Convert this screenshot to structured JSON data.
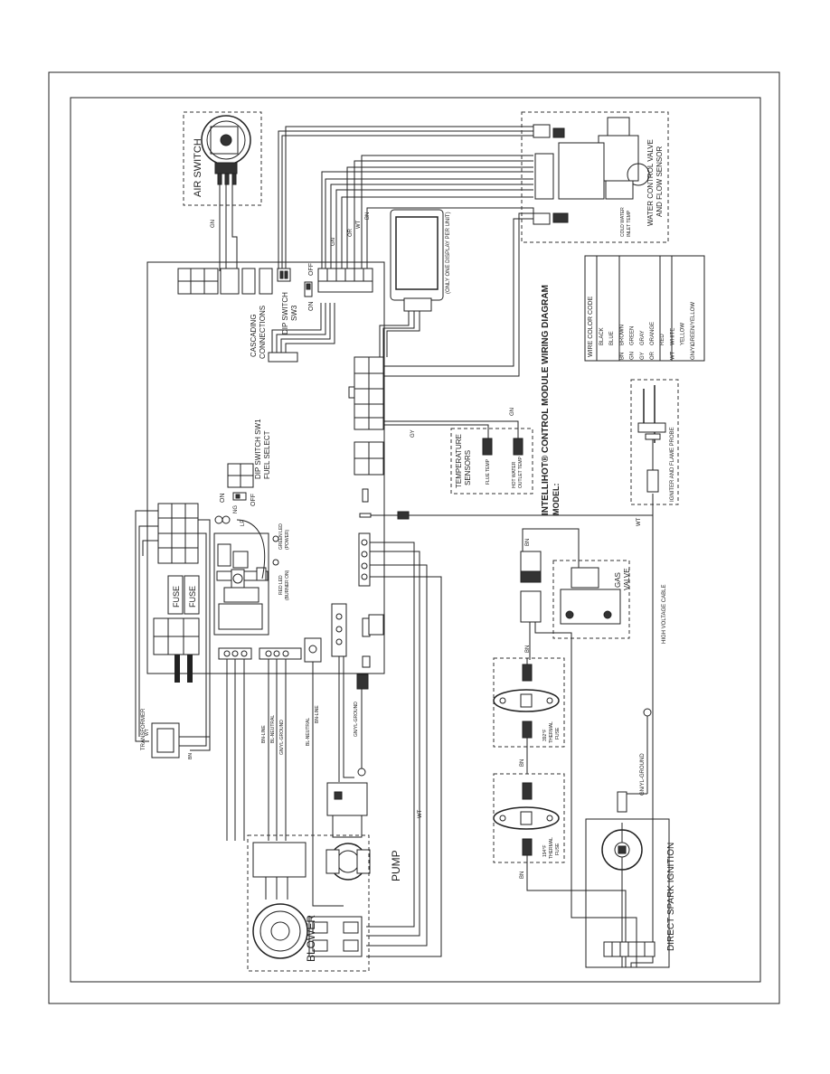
{
  "diagram": {
    "title_line1": "INTELLIHOT® CONTROL MODULE WIRING DIAGRAM",
    "title_line2": "MODEL:",
    "components": {
      "air_switch": "AIR SWITCH",
      "water_valve_line1": "WATER CONTROL VALVE",
      "water_valve_line2": "AND FLOW SENSOR",
      "cold_water_line1": "COLD WATER",
      "cold_water_line2": "INLET TEMP",
      "display_note": "(ONLY ONE DISPLAY PER UNIT)",
      "dip_sw3_line1": "DIP SWITCH",
      "dip_sw3_line2": "SW3",
      "on": "ON",
      "off": "OFF",
      "cascading_line1": "CASCADING",
      "cascading_line2": "CONNECTIONS",
      "dip_sw1": "DIP SWITCH SW1",
      "fuel_select": "FUEL SELECT",
      "ng": "NG",
      "lp": "LP",
      "green_led_line1": "GREEN LED",
      "green_led_line2": "(POWER)",
      "red_led_line1": "RED LED",
      "red_led_line2": "(BURNER ON)",
      "fuse1": "FUSE",
      "fuse2": "FUSE",
      "transformer": "TRANSFORMER",
      "temp_sensors_line1": "TEMPERATURE",
      "temp_sensors_line2": "SENSORS",
      "flue_temp": "FLUE TEMP",
      "hot_water_line1": "HOT WATER",
      "hot_water_line2": "OUTLET TEMP",
      "igniter": "IGNITER AND FLAME PROBE",
      "gas_valve_line1": "GAS",
      "gas_valve_line2": "VALVE",
      "hv_cable": "HIGH VOLTAGE CABLE",
      "fuse_392_line1": "392°F",
      "fuse_392_line2": "THERMAL",
      "fuse_392_line3": "FUSE",
      "fuse_194_line1": "194°F",
      "fuse_194_line2": "THERMAL",
      "fuse_194_line3": "FUSE",
      "dsi": "DIRECT SPARK IGNITION",
      "pump": "PUMP",
      "blower": "BLOWER"
    },
    "wire_labels": {
      "gn": "GN",
      "or": "OR",
      "wt": "WT",
      "bn": "BN",
      "gy": "GY",
      "bn_line": "BN-LINE",
      "bl_neutral": "BL-NEUTRAL",
      "gn_yl_ground": "GN/YL-GROUND",
      "bl_neutral2": "BL-NEUTRAL",
      "bn_line2": "BN-LINE",
      "gn_yl_ground2": "GN/YL-GROUND",
      "gn_yl_ground3": "GN/YL-GROUND",
      "wt_lbl": "WT",
      "bn_lbl": "BN",
      "bl_lbl": "BL",
      "bn_lbl2": "BN",
      "bn_lbl3": "BN",
      "bn_lbl4": "BN",
      "wt_lbl2": "WT",
      "wt_lbl3": "WT"
    },
    "color_code": {
      "header": "WIRE COLOR CODE",
      "rows": [
        {
          "code": "",
          "color": "BLACK"
        },
        {
          "code": "",
          "color": "BLUE"
        },
        {
          "code": "BN",
          "color": "BROWN"
        },
        {
          "code": "GN",
          "color": "GREEN"
        },
        {
          "code": "GY",
          "color": "GRAY"
        },
        {
          "code": "OR",
          "color": "ORANGE"
        },
        {
          "code": "",
          "color": "RED"
        },
        {
          "code": "WT",
          "color": "WHITE"
        },
        {
          "code": "",
          "color": "YELLOW"
        },
        {
          "code": "GN/YL",
          "color": "GREEN/YELLOW"
        }
      ]
    }
  }
}
